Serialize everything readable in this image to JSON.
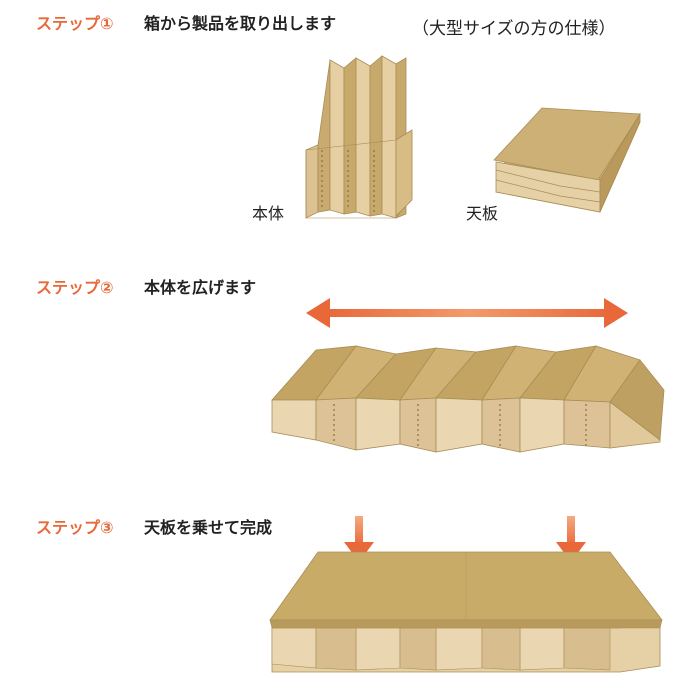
{
  "note": "（大型サイズの方の仕様）",
  "steps": [
    {
      "label": "ステップ①",
      "text": "箱から製品を取り出します"
    },
    {
      "label": "ステップ②",
      "text": "本体を広げます"
    },
    {
      "label": "ステップ③",
      "text": "天板を乗せて完成"
    }
  ],
  "captions": {
    "body": "本体",
    "top": "天板"
  },
  "colors": {
    "accent": "#e8683a",
    "cardboard_light": "#e8d2a8",
    "cardboard_face": "#d7bc88",
    "cardboard_top": "#c4a663",
    "cardboard_dark": "#a88d56"
  }
}
